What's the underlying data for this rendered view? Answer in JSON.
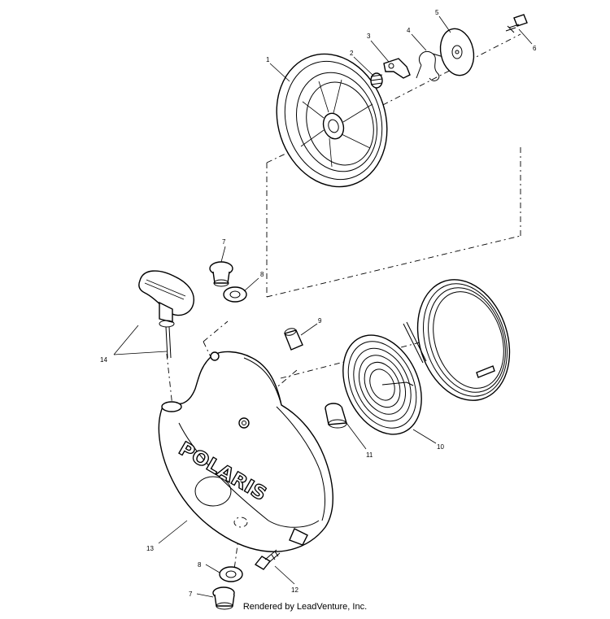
{
  "callouts": {
    "c1": "1",
    "c2": "2",
    "c3": "3",
    "c4": "4",
    "c5": "5",
    "c6": "6",
    "c7a": "7",
    "c8a": "8",
    "c9": "9",
    "c10": "10",
    "c11": "11",
    "c12": "12",
    "c13": "13",
    "c14": "14",
    "c8b": "8",
    "c7b": "7"
  },
  "housing_brand": "POLARIS",
  "footer": "Rendered by LeadVenture, Inc."
}
